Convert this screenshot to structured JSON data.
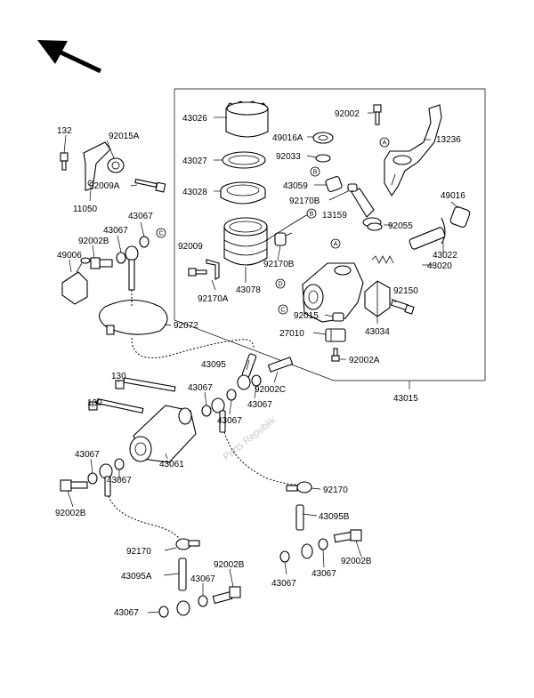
{
  "labels": {
    "l43026": "43026",
    "l92002_top": "92002",
    "l13236": "13236",
    "l49016A": "49016A",
    "l43027": "43027",
    "l92033": "92033",
    "l43028": "43028",
    "l43059": "43059",
    "l92170B_top": "92170B",
    "l49016": "49016",
    "l13159": "13159",
    "l92055": "92055",
    "l92009": "92009",
    "l92170B": "92170B",
    "l43022": "43022",
    "l43020": "43020",
    "l92170A": "92170A",
    "l43078": "43078",
    "l92150": "92150",
    "l92015": "92015",
    "l43034": "43034",
    "l27010": "27010",
    "l92002A": "92002A",
    "l43015": "43015",
    "l132": "132",
    "l92015A": "92015A",
    "l92009A": "92009A",
    "l11050": "11050",
    "l43067_a": "43067",
    "l43067_b": "43067",
    "l92002B_a": "92002B",
    "l49006": "49006",
    "l92072": "92072",
    "l43095": "43095",
    "l92002C": "92002C",
    "l43067_c": "43067",
    "l43067_d": "43067",
    "l43067_e": "43067",
    "l130_a": "130",
    "l130_b": "130",
    "l43061": "43061",
    "l43067_f": "43067",
    "l43067_g": "43067",
    "l92002B_b": "92002B",
    "l92170_a": "92170",
    "l43095B": "43095B",
    "l92002B_c": "92002B",
    "l92170_b": "92170",
    "l43095A": "43095A",
    "l92002B_d": "92002B",
    "l43067_h": "43067",
    "l43067_i": "43067",
    "l43067_j": "43067",
    "l43067_k": "43067"
  },
  "callouts": {
    "a1": "A",
    "a2": "A",
    "b1": "B",
    "b2": "B",
    "c1": "C",
    "c2": "C",
    "d1": "D"
  },
  "watermark": "Parts Republik"
}
